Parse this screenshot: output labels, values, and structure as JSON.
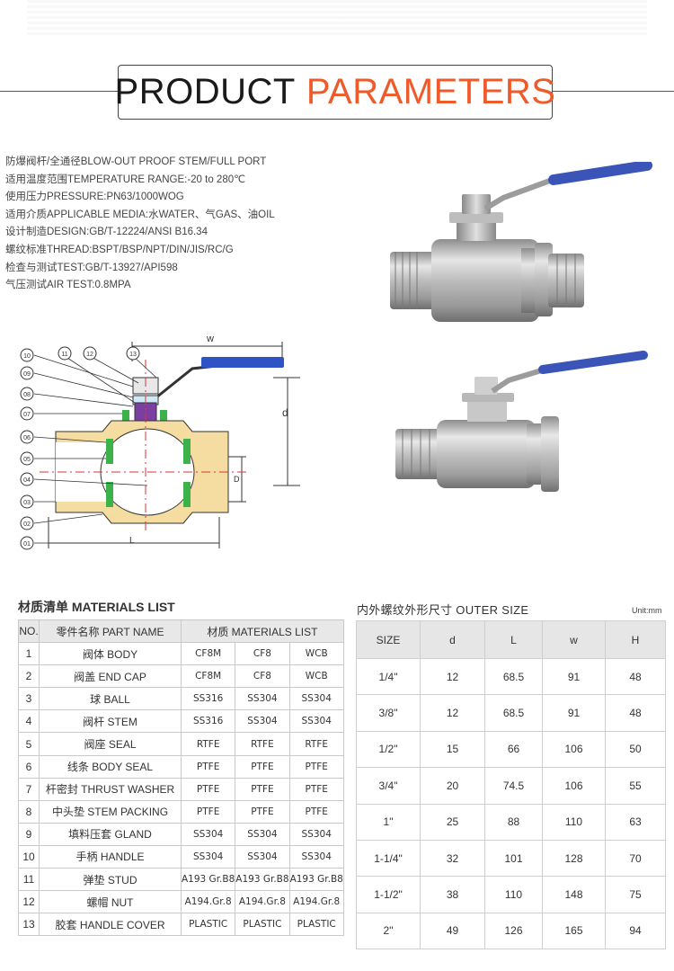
{
  "header": {
    "title_part1": "PRODUCT",
    "title_part2": "PARAMETERS",
    "accent_color": "#ef5a2a"
  },
  "specs": [
    "防爆阀杆/全通径BLOW-OUT PROOF STEM/FULL  PORT",
    "适用温度范围TEMPERATURE RANGE:-20 to 280℃",
    "使用压力PRESSURE:PN63/1000WOG",
    "适用介质APPLICABLE MEDIA:水WATER、气GAS、油OIL",
    "设计制造DESIGN:GB/T-12224/ANSI B16.34",
    "螺纹标准THREAD:BSPT/BSP/NPT/DIN/JIS/RC/G",
    "检查与测试TEST:GB/T-13927/API598",
    "气压测试AIR TEST:0.8MPA"
  ],
  "drawing": {
    "callouts": [
      "10",
      "09",
      "08",
      "07",
      "06",
      "05",
      "04",
      "03",
      "02",
      "01",
      "11",
      "12",
      "13"
    ],
    "dims": {
      "w": "w",
      "d": "d",
      "D": "D",
      "L": "L"
    }
  },
  "materials": {
    "title": "材质清单 MATERIALS LIST",
    "headers": {
      "no": "NO.",
      "part": "零件名称 PART NAME",
      "mat": "材质 MATERIALS LIST"
    },
    "rows": [
      {
        "no": "1",
        "part": "阀体 BODY",
        "m1": "CF8M",
        "m2": "CF8",
        "m3": "WCB"
      },
      {
        "no": "2",
        "part": "阀盖 END CAP",
        "m1": "CF8M",
        "m2": "CF8",
        "m3": "WCB"
      },
      {
        "no": "3",
        "part": "球 BALL",
        "m1": "SS316",
        "m2": "SS304",
        "m3": "SS304"
      },
      {
        "no": "4",
        "part": "阀杆 STEM",
        "m1": "SS316",
        "m2": "SS304",
        "m3": "SS304"
      },
      {
        "no": "5",
        "part": "阀座 SEAL",
        "m1": "RTFE",
        "m2": "RTFE",
        "m3": "RTFE"
      },
      {
        "no": "6",
        "part": "线条 BODY SEAL",
        "m1": "PTFE",
        "m2": "PTFE",
        "m3": "PTFE"
      },
      {
        "no": "7",
        "part": "杆密封 THRUST WASHER",
        "m1": "PTFE",
        "m2": "PTFE",
        "m3": "PTFE"
      },
      {
        "no": "8",
        "part": "中头垫 STEM PACKING",
        "m1": "PTFE",
        "m2": "PTFE",
        "m3": "PTFE"
      },
      {
        "no": "9",
        "part": "填料压套 GLAND",
        "m1": "SS304",
        "m2": "SS304",
        "m3": "SS304"
      },
      {
        "no": "10",
        "part": "手柄 HANDLE",
        "m1": "SS304",
        "m2": "SS304",
        "m3": "SS304"
      },
      {
        "no": "11",
        "part": "弹垫 STUD",
        "m1": "A193 Gr.B8",
        "m2": "A193 Gr.B8",
        "m3": "A193 Gr.B8"
      },
      {
        "no": "12",
        "part": "螺帽 NUT",
        "m1": "A194.Gr.8",
        "m2": "A194.Gr.8",
        "m3": "A194.Gr.8"
      },
      {
        "no": "13",
        "part": "胶套 HANDLE COVER",
        "m1": "PLASTIC",
        "m2": "PLASTIC",
        "m3": "PLASTIC"
      }
    ]
  },
  "outer_size": {
    "title": "内外螺纹外形尺寸 OUTER SIZE",
    "unit": "Unit:mm",
    "headers": [
      "SIZE",
      "d",
      "L",
      "w",
      "H"
    ],
    "rows": [
      [
        "1/4\"",
        "12",
        "68.5",
        "91",
        "48"
      ],
      [
        "3/8\"",
        "12",
        "68.5",
        "91",
        "48"
      ],
      [
        "1/2\"",
        "15",
        "66",
        "106",
        "50"
      ],
      [
        "3/4\"",
        "20",
        "74.5",
        "106",
        "55"
      ],
      [
        "1\"",
        "25",
        "88",
        "110",
        "63"
      ],
      [
        "1-1/4\"",
        "32",
        "101",
        "128",
        "70"
      ],
      [
        "1-1/2\"",
        "38",
        "110",
        "148",
        "75"
      ],
      [
        "2\"",
        "49",
        "126",
        "165",
        "94"
      ]
    ]
  }
}
